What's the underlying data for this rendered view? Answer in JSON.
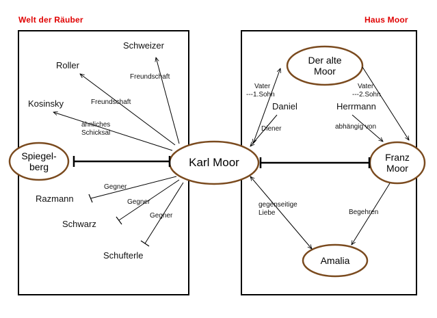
{
  "sections": {
    "left_title": "Welt der Räuber",
    "right_title": "Haus Moor"
  },
  "colors": {
    "title": "#e00000",
    "node_border": "#7a4a1e",
    "line": "#000000"
  },
  "nodes": {
    "karl": "Karl Moor",
    "spiegelberg_1": "Spiegel-",
    "spiegelberg_2": "berg",
    "vater_1": "Der alte",
    "vater_2": "Moor",
    "franz_1": "Franz",
    "franz_2": "Moor",
    "amalia": "Amalia"
  },
  "persons": {
    "schweizer": "Schweizer",
    "roller": "Roller",
    "kosinsky": "Kosinsky",
    "razmann": "Razmann",
    "schwarz": "Schwarz",
    "schufterle": "Schufterle",
    "daniel": "Daniel",
    "herrmann": "Herrmann"
  },
  "relations": {
    "freundschaft_schweizer": "Freundschaft",
    "freundschaft_roller": "Freundschaft",
    "schicksal_1": "ähnliches",
    "schicksal_2": "Schicksal",
    "gegner_1": "Gegner",
    "gegner_2": "Gegner",
    "gegner_3": "Gegner",
    "vater_sohn1_1": "Vater",
    "vater_sohn1_2": "---1.Sohn",
    "vater_sohn2_1": "Vater",
    "vater_sohn2_2": "---2.Sohn",
    "diener": "Diener",
    "abhaengig": "abhängig von",
    "liebe_1": "gegenseitige",
    "liebe_2": "Liebe",
    "begehren": "Begehren"
  }
}
